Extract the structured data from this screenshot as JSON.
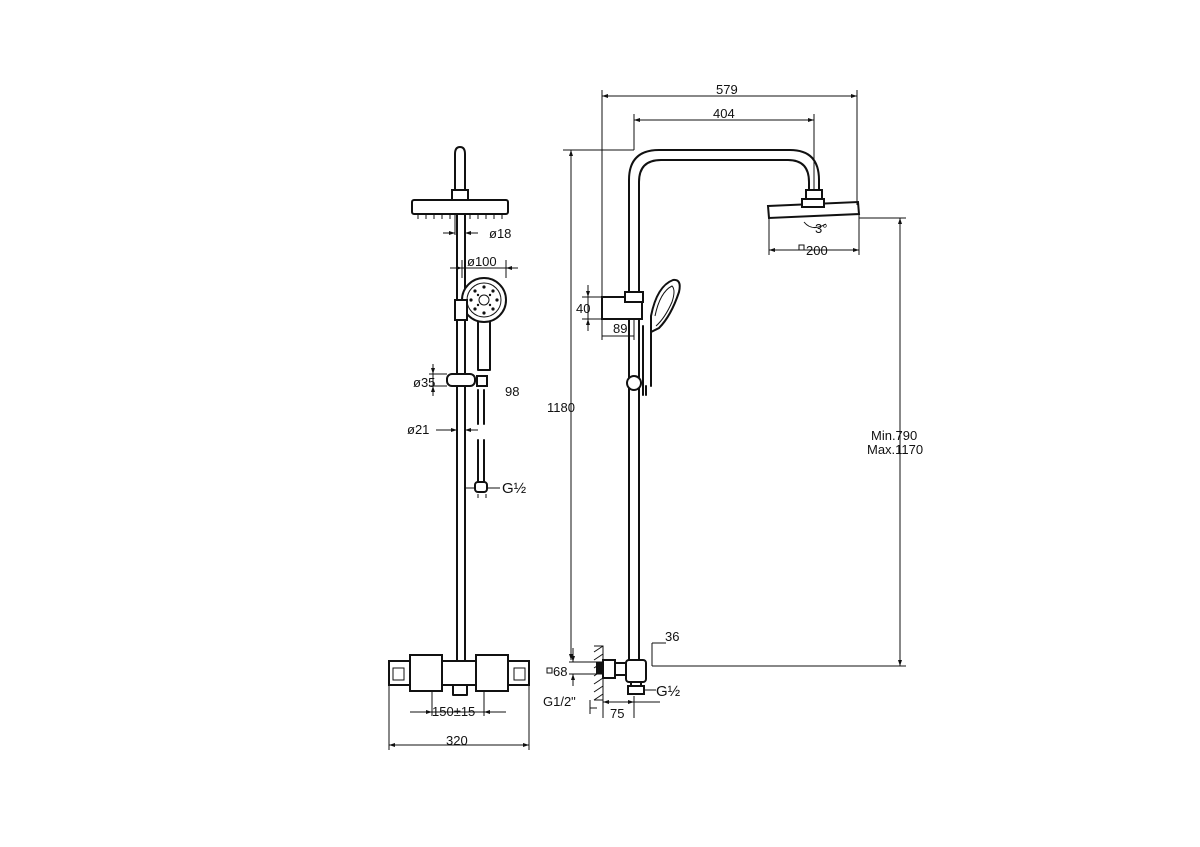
{
  "labels": {
    "front": {
      "d18": "ø18",
      "d100": "ø100",
      "d35": "ø35",
      "v98": "98",
      "d21": "ø21",
      "g12": "G½",
      "v150": "150±15",
      "v320": "320"
    },
    "side": {
      "v579": "579",
      "v404": "404",
      "v3deg": "3°",
      "v200": "200",
      "v40": "40",
      "v89": "89",
      "v1180": "1180",
      "min": "Min.790",
      "max": "Max.1170",
      "v36": "36",
      "v68": "68",
      "g12b": "G½",
      "g12inch": "G1/2\"",
      "v75": "75"
    }
  }
}
